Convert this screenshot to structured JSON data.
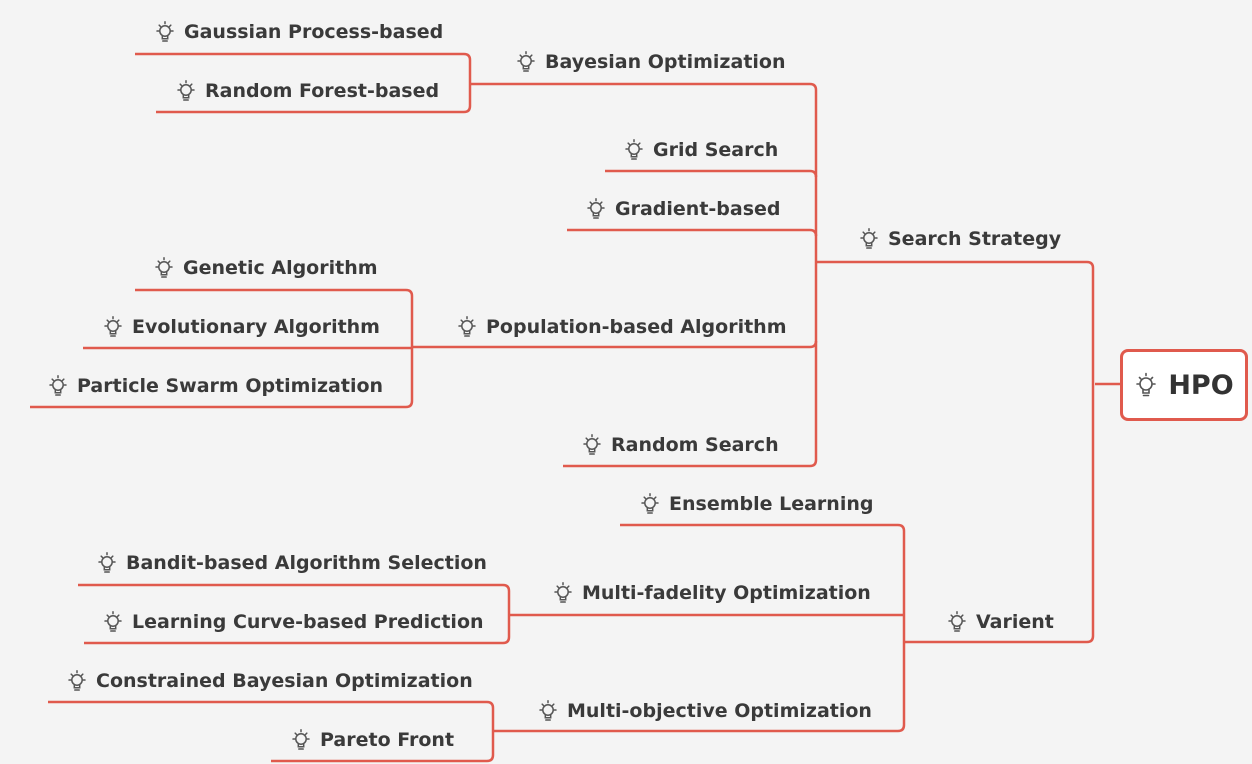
{
  "root": {
    "label": "HPO"
  },
  "branches": {
    "search_strategy": {
      "label": "Search Strategy",
      "bayesian": {
        "label": "Bayesian Optimization",
        "gaussian": "Gaussian Process-based",
        "random_forest": "Random Forest-based"
      },
      "grid_search": "Grid Search",
      "gradient_based": "Gradient-based",
      "population": {
        "label": "Population-based Algorithm",
        "genetic": "Genetic Algorithm",
        "evolutionary": "Evolutionary Algorithm",
        "pso": "Particle Swarm Optimization"
      },
      "random_search": "Random Search"
    },
    "varient": {
      "label": "Varient",
      "ensemble": "Ensemble Learning",
      "multi_fidelity": {
        "label": "Multi-fadelity Optimization",
        "bandit": "Bandit-based Algorithm Selection",
        "learning_curve": "Learning Curve-based Prediction"
      },
      "multi_objective": {
        "label": "Multi-objective Optimization",
        "constrained": "Constrained Bayesian Optimization",
        "pareto": "Pareto Front"
      }
    }
  },
  "colors": {
    "connector": "#e05a4d",
    "text": "#3a3a3a",
    "icon": "#555555",
    "background": "#f4f4f4"
  },
  "icon": "lightbulb-icon"
}
